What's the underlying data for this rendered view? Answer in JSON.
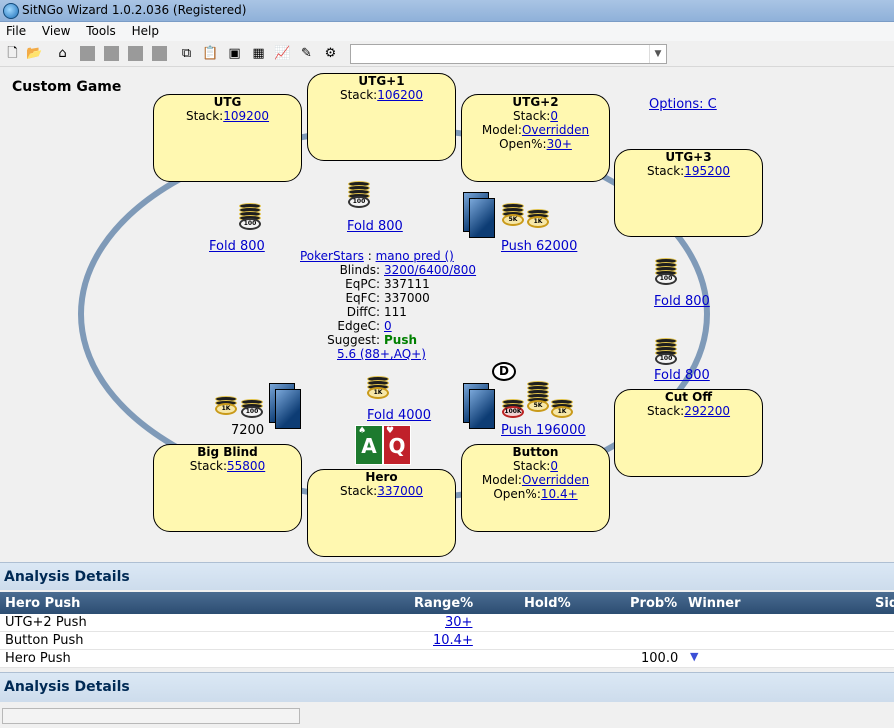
{
  "window": {
    "title": "SitNGo Wizard 1.0.2.036 (Registered)"
  },
  "menu": [
    "File",
    "View",
    "Tools",
    "Help"
  ],
  "toolbar": {
    "select_value": ""
  },
  "table": {
    "title": "Custom Game",
    "options_link": "Options: C",
    "stack_label": "Stack:",
    "model_label": "Model:",
    "open_label": "Open%:",
    "seats": {
      "utg": {
        "name": "UTG",
        "stack": "109200"
      },
      "utg1": {
        "name": "UTG+1",
        "stack": "106200"
      },
      "utg2": {
        "name": "UTG+2",
        "stack": "0",
        "model": "Overridden",
        "open": "30+"
      },
      "utg3": {
        "name": "UTG+3",
        "stack": "195200"
      },
      "cutoff": {
        "name": "Cut Off",
        "stack": "292200"
      },
      "button": {
        "name": "Button",
        "stack": "0",
        "model": "Overridden",
        "open": "10.4+"
      },
      "hero": {
        "name": "Hero",
        "stack": "337000"
      },
      "bigblind": {
        "name": "Big Blind",
        "stack": "55800"
      }
    },
    "actions": {
      "utg": "Fold 800",
      "utg1": "Fold 800",
      "utg2": "Push 62000",
      "utg3": "Fold 800",
      "cutoff": "Fold 800",
      "button": "Push 196000",
      "hero": "Fold 4000",
      "bigblind": "7200"
    },
    "chips": {
      "c100": "100",
      "c1k": "1K",
      "c5k": "5K",
      "c100k": "100K"
    },
    "dealer": "D",
    "hero_cards": [
      {
        "rank": "A",
        "suit": "♠"
      },
      {
        "rank": "Q",
        "suit": "♥"
      }
    ],
    "info": {
      "site": "PokerStars",
      "separator": ":",
      "player": "mano pred ()",
      "blinds_label": "Blinds:",
      "blinds": "3200/6400/800",
      "eqpc_label": "EqPC:",
      "eqpc": "337111",
      "eqfc_label": "EqFC:",
      "eqfc": "337000",
      "diffc_label": "DiffC:",
      "diffc": "111",
      "edgec_label": "EdgeC:",
      "edgec": "0",
      "suggest_label": "Suggest:",
      "suggest": "Push",
      "range": "5.6 (88+,AQ+)"
    }
  },
  "analysis": {
    "title": "Analysis Details",
    "columns": [
      "Hero Push",
      "Range%",
      "Hold%",
      "Prob%",
      "Winner",
      "Sid"
    ],
    "rows": [
      {
        "name": "UTG+2 Push",
        "range": "30+",
        "prob": ""
      },
      {
        "name": "Button Push",
        "range": "10.4+",
        "prob": ""
      },
      {
        "name": "Hero Push",
        "range": "",
        "prob": "100.0"
      }
    ],
    "footer_title": "Analysis Details"
  },
  "colors": {
    "seat_bg": "#fff8b0",
    "rail": "#7f9ab8",
    "header": "#2c4d72",
    "suggest": "#008000"
  }
}
